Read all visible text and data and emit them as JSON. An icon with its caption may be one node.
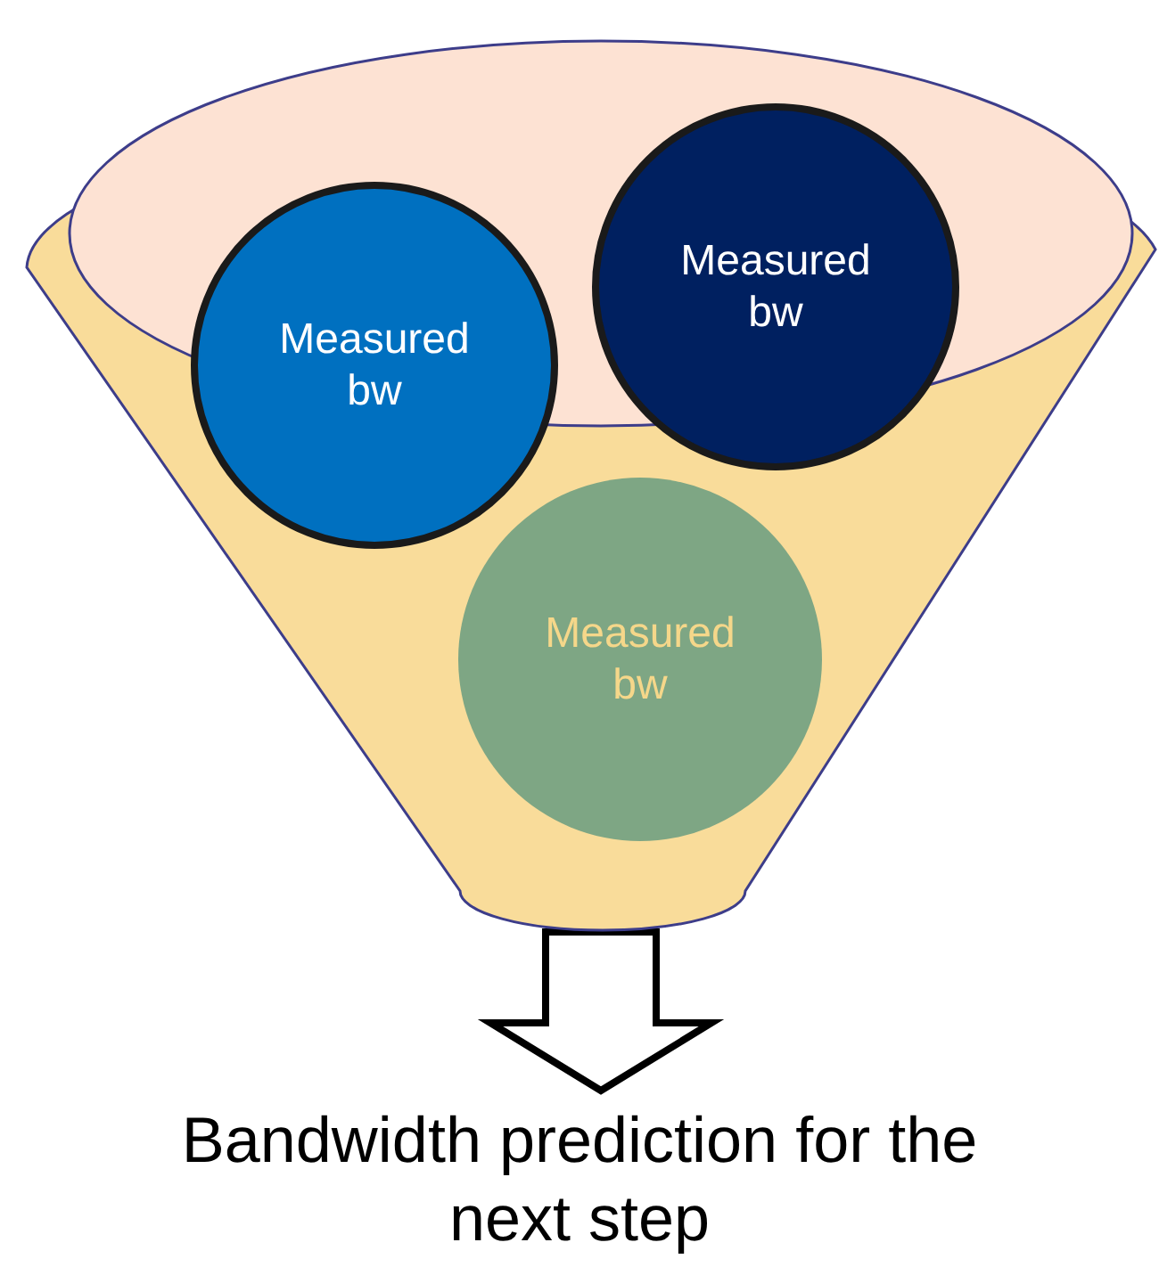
{
  "diagram": {
    "nodes": [
      {
        "text": [],
        "shape": "funnel"
      },
      {
        "text": [
          "Measured bw"
        ],
        "in": 0
      },
      {
        "text": [
          "Measured bw"
        ],
        "in": 0
      },
      {
        "text": [
          "Measured bw"
        ],
        "in": 0
      },
      {
        "text": [
          "Bandwidth prediction for the next step"
        ]
      }
    ],
    "edges": [
      {
        "from": 0,
        "to": 4,
        "arrow": "to"
      }
    ]
  }
}
